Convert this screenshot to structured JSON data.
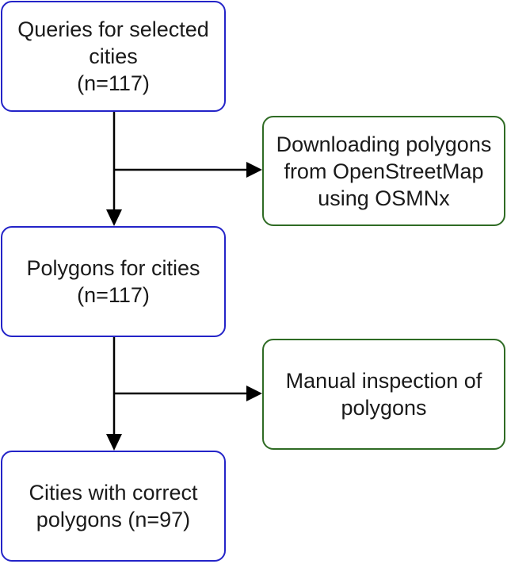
{
  "colors": {
    "blue_border": "#2424c8",
    "green_border": "#2f6b24",
    "arrow": "#000000",
    "text": "#1a1a1a"
  },
  "nodes": {
    "queries": {
      "line1": "Queries for selected",
      "line2": "cities",
      "line3": "(n=117)"
    },
    "download": {
      "line1": "Downloading polygons",
      "line2": "from OpenStreetMap",
      "line3": "using OSMNx"
    },
    "polygons": {
      "line1": "Polygons for cities",
      "line2": "(n=117)"
    },
    "inspect": {
      "line1": "Manual inspection of",
      "line2": "polygons"
    },
    "result": {
      "line1": "Cities with correct",
      "line2": "polygons (n=97)"
    }
  }
}
